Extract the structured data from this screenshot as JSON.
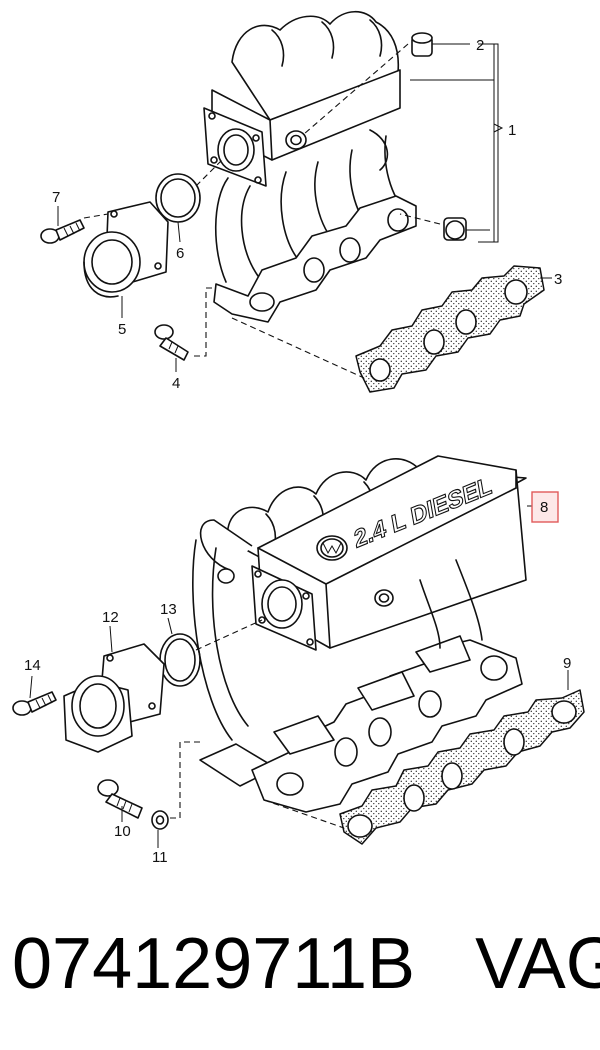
{
  "diagram": {
    "top_assembly": {
      "callouts": [
        "1",
        "2",
        "3",
        "4",
        "5",
        "6",
        "7"
      ]
    },
    "bottom_assembly": {
      "callouts": [
        "8",
        "9",
        "10",
        "11",
        "12",
        "13",
        "14"
      ],
      "highlighted_callout": "8",
      "highlight_color": "#e05a5a",
      "highlight_fill": "#fde8e8",
      "emboss_text": "2.4 L DIESEL",
      "logo": "vw-logo"
    }
  },
  "part_number": "074129711B",
  "brand": "VAG"
}
